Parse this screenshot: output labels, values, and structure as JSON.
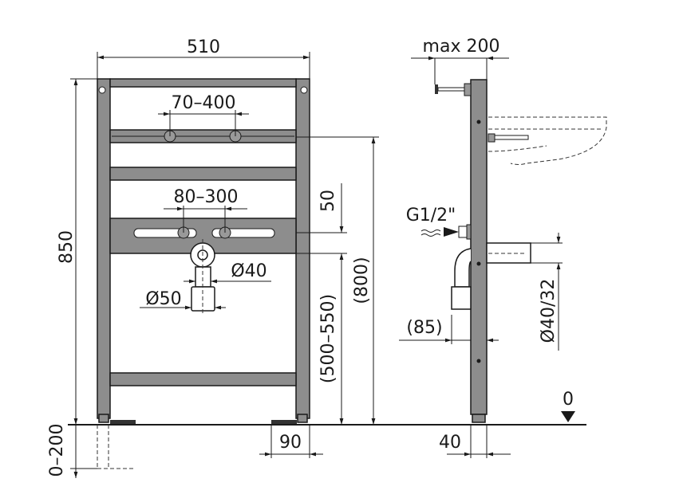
{
  "front_view": {
    "width_label": "510",
    "height_label": "850",
    "feet_adjust_label": "0–200",
    "upper_spacing_label": "70–400",
    "lower_spacing_label": "80–300",
    "drain_outlet_label": "Ø40",
    "drain_pipe_label": "Ø50",
    "plate_offset_label": "50",
    "plate_height_label": "(500–550)",
    "crossbar_height_label": "(800)",
    "foot_width_label": "90"
  },
  "side_view": {
    "bracket_depth_label": "max 200",
    "water_inlet_label": "G1/2\"",
    "trap_offset_label": "(85)",
    "outlet_diameter_label": "Ø40/32",
    "frame_depth_label": "40",
    "floor_level_label": "0"
  },
  "colors": {
    "frame": "#8d8d8d",
    "line": "#1a1a1a"
  }
}
